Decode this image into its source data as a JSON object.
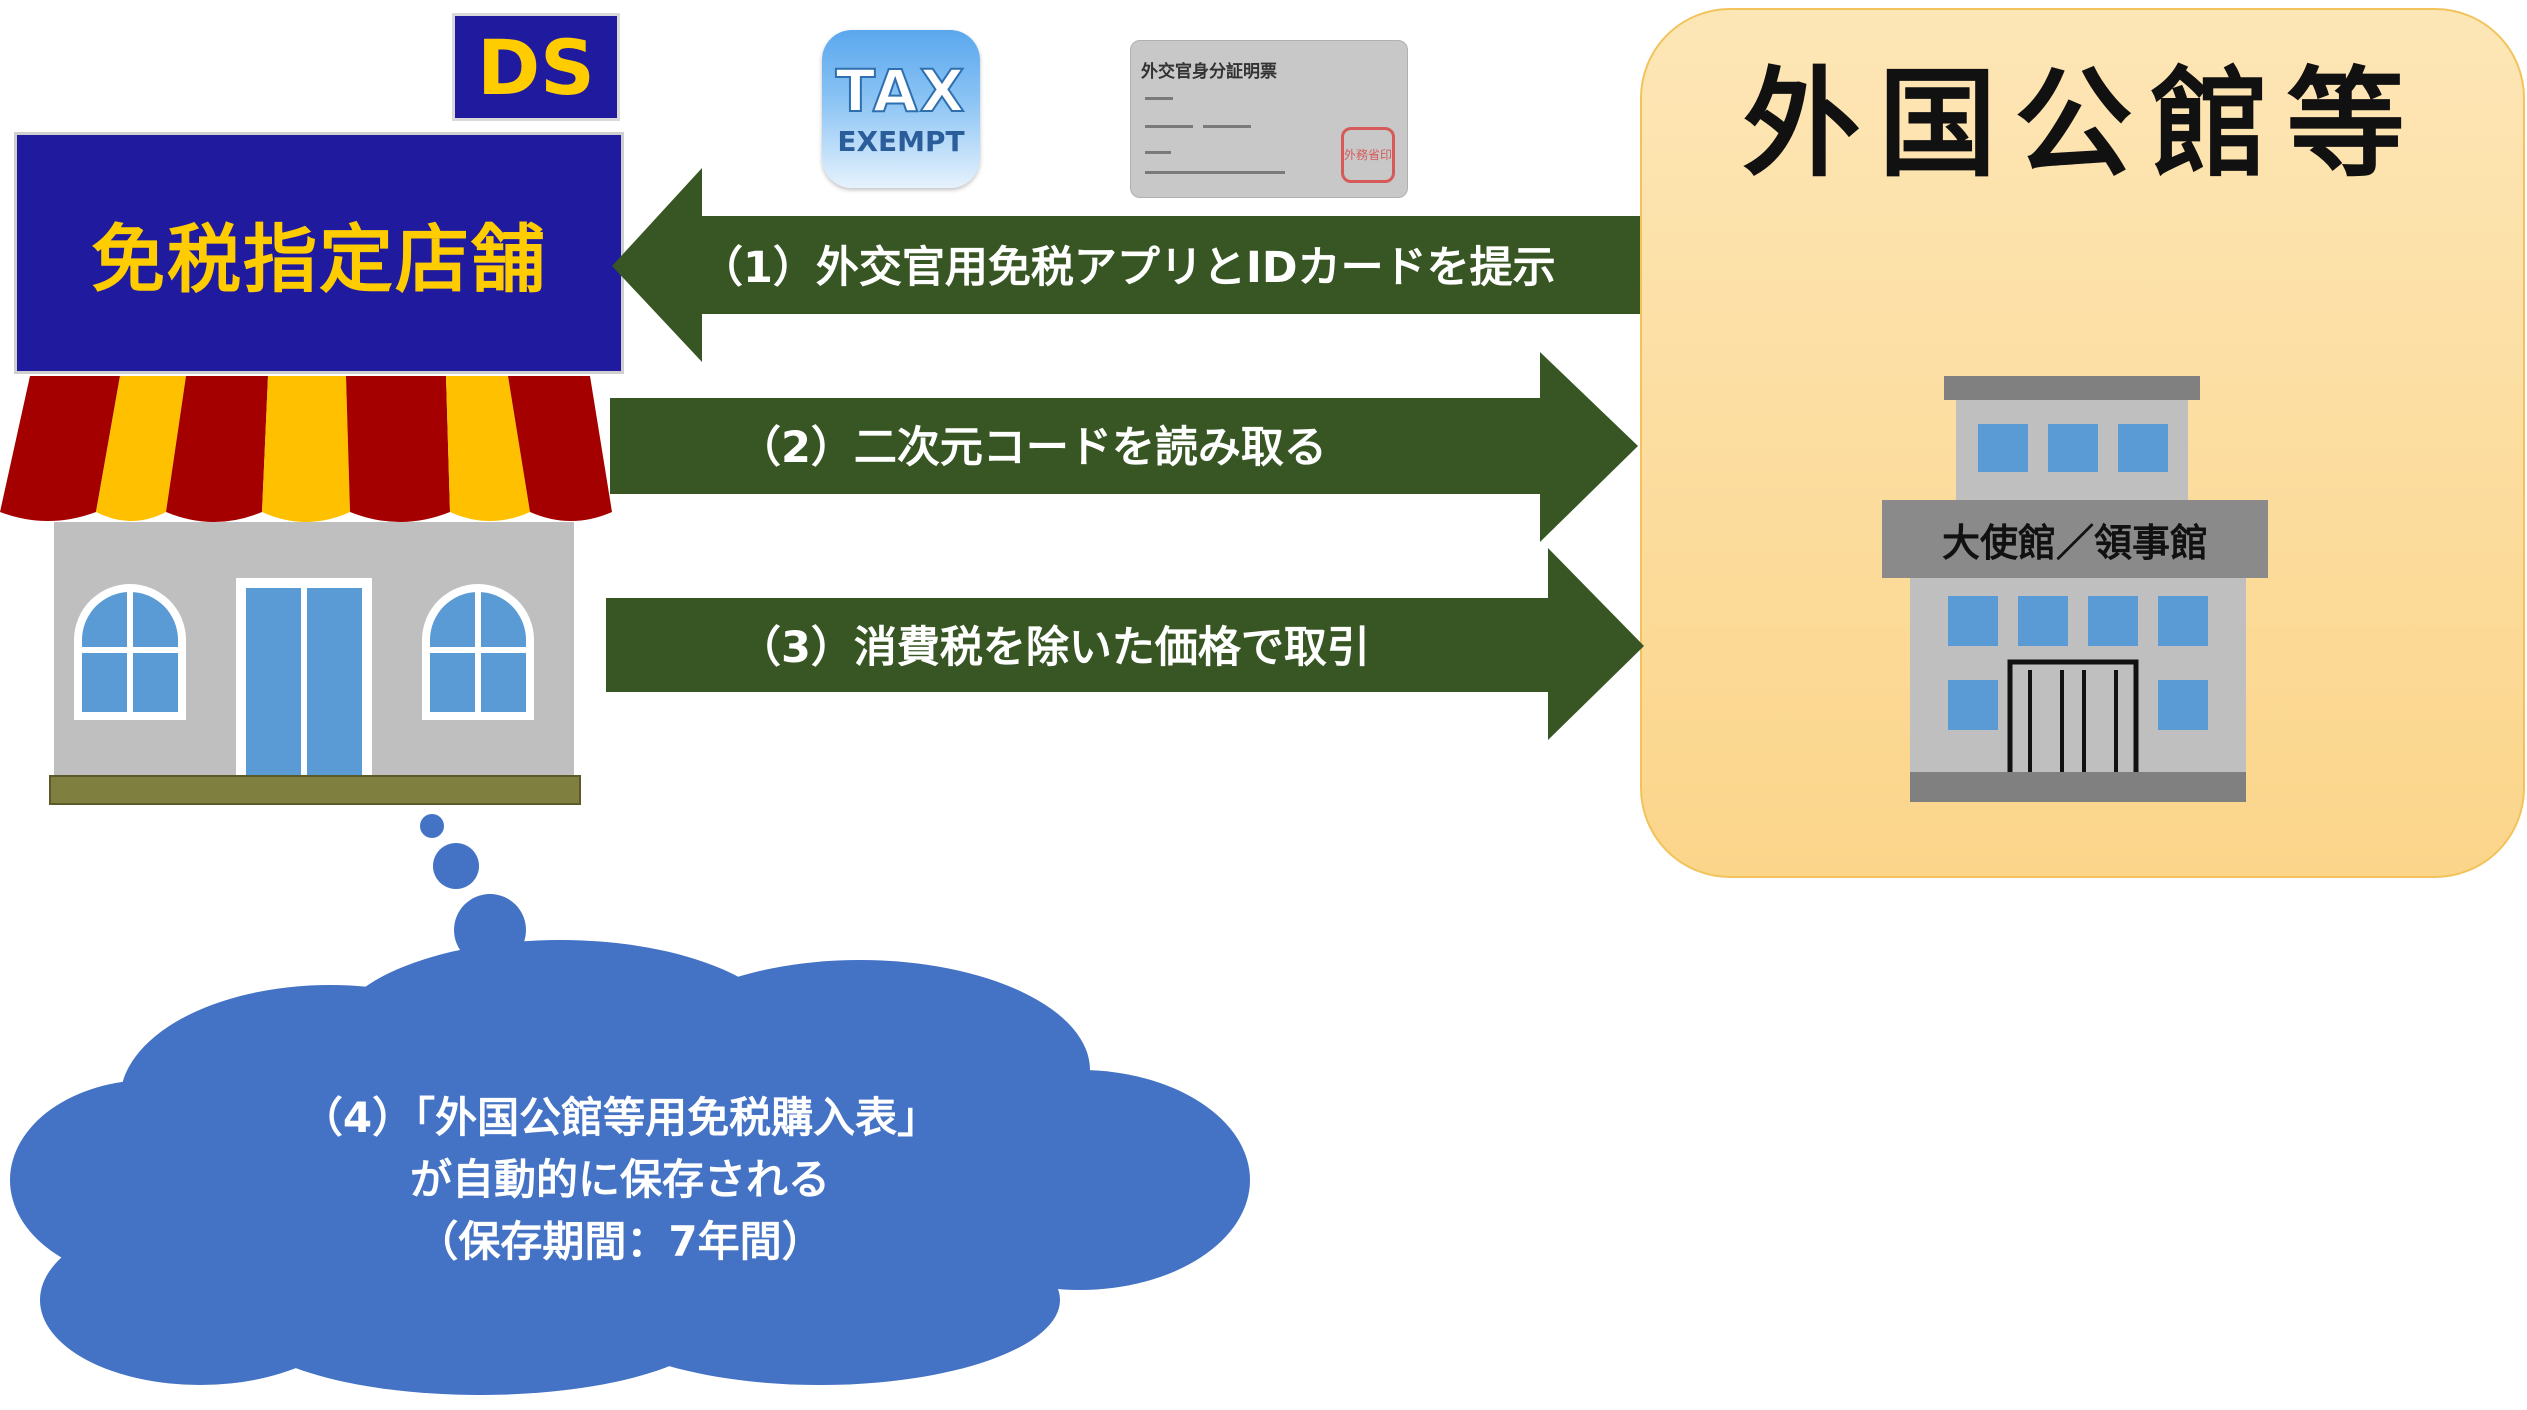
{
  "ds_badge": {
    "label": "DS"
  },
  "store_sign": {
    "label": "免税指定店舗"
  },
  "tax_app_icon": {
    "line1": "TAX",
    "line2": "EXEMPT"
  },
  "id_card": {
    "title": "外交官身分証明票",
    "stamp": "外務省印"
  },
  "embassy": {
    "title": "外国公館等",
    "building_label": "大使館／領事館"
  },
  "steps": [
    {
      "label": "（1）外交官用免税アプリとIDカードを提示"
    },
    {
      "label": "（2）二次元コードを読み取る"
    },
    {
      "label": "（3）消費税を除いた価格で取引"
    }
  ],
  "cloud": {
    "line1": "（4）「外国公館等用免税購入表」",
    "line2": "が自動的に保存される",
    "line3": "（保存期間：7年間）"
  },
  "colors": {
    "store_sign_bg": "#1f1a9e",
    "store_sign_text": "#ffcc00",
    "arrow_green": "#375623",
    "embassy_panel": "#fbd58a",
    "cloud_blue": "#4472c4",
    "awning_red": "#a50000",
    "awning_yellow": "#ffc000",
    "window_blue": "#5b9bd5",
    "building_gray": "#bfbfbf"
  },
  "icons": [
    "store-icon",
    "tax-exempt-app-icon",
    "id-card-icon",
    "embassy-building-icon",
    "thought-cloud-icon"
  ]
}
